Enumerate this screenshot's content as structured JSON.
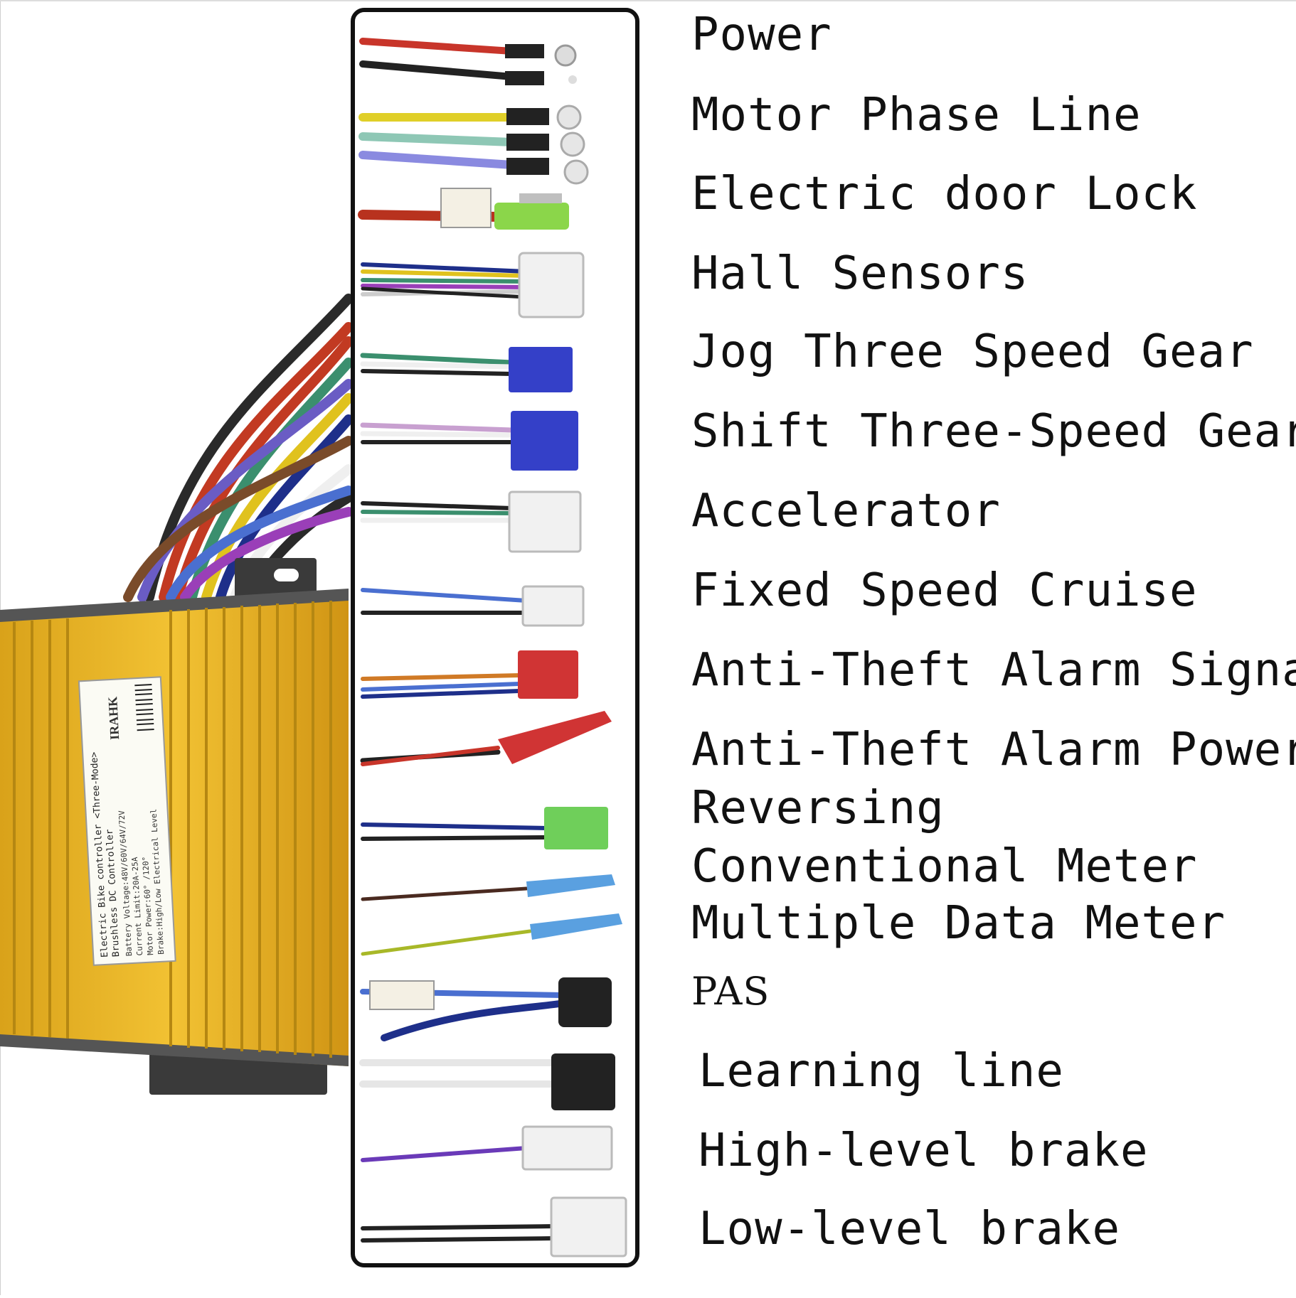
{
  "colors": {
    "background": "#ffffff",
    "panel_border": "#111111",
    "controller_gold": "#e6b422",
    "controller_gold_dark": "#b58712",
    "label_text": "#111111"
  },
  "controller": {
    "label_lines": [
      "Electric Bike controller  <Three-Mode>",
      "Brushless DC Controller",
      "Battery Voltage:48V/60V/64V/72V",
      "Current Limit:20A-25A",
      "Motor Power:60° /120°",
      "Brake:High/Low Electrical Level"
    ],
    "brand": "IRAHK",
    "sticker_icon": "barcode-icon"
  },
  "cable_labels": [
    "Power",
    "Motor Phase Line",
    "Electric door Lock",
    "Hall Sensors",
    "Jog Three Speed Gear",
    "Shift Three-Speed Gear",
    "Accelerator",
    "Fixed Speed Cruise",
    "Anti-Theft Alarm Signal",
    "Anti-Theft Alarm Power",
    "Reversing",
    "Conventional Meter",
    "Multiple Data Meter",
    "PAS",
    "Learning line",
    "High-level brake",
    "Low-level brake"
  ]
}
